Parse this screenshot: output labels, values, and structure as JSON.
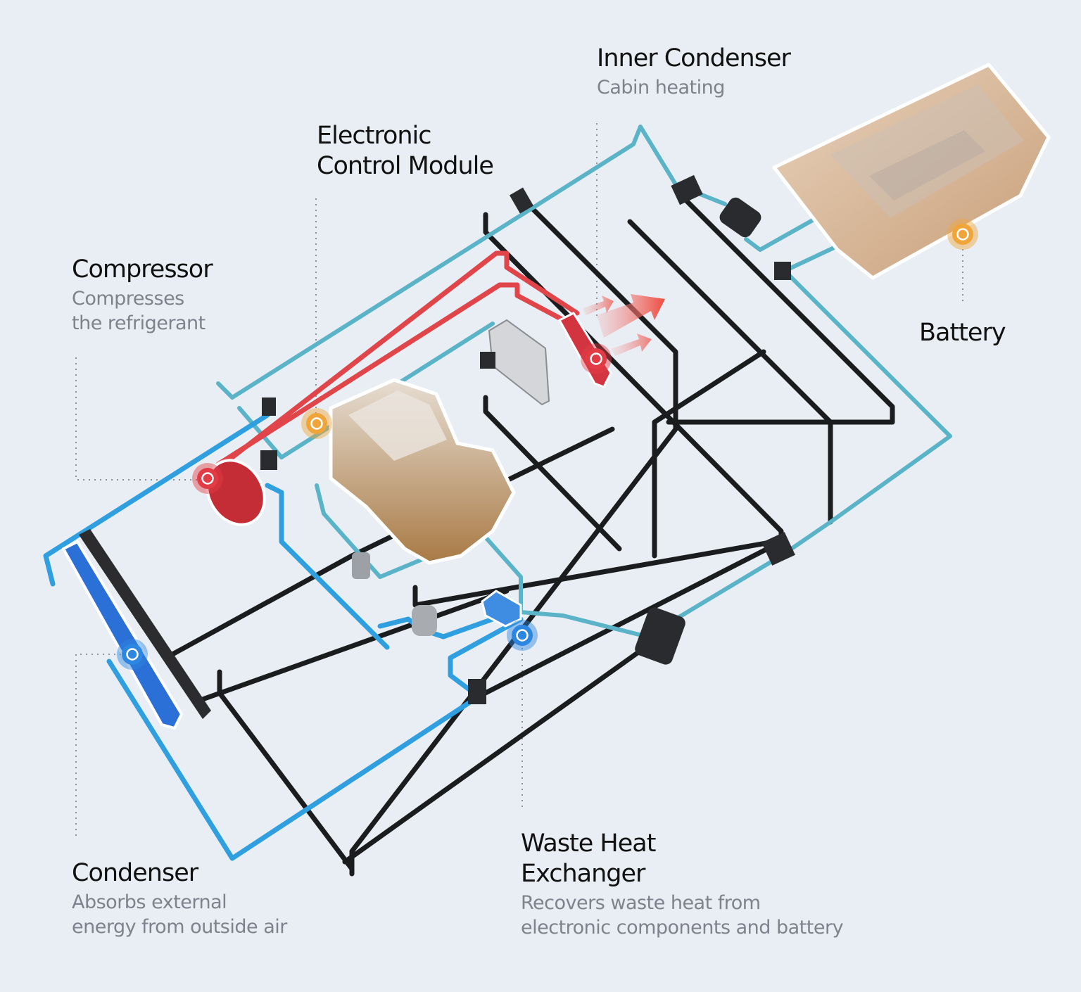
{
  "components": {
    "inner_condenser": {
      "title": "Inner Condenser",
      "subtitle": "Cabin heating"
    },
    "ecm": {
      "title": "Electronic\nControl Module"
    },
    "compressor": {
      "title": "Compressor",
      "subtitle": "Compresses\nthe refrigerant"
    },
    "battery": {
      "title": "Battery"
    },
    "condenser": {
      "title": "Condenser",
      "subtitle": "Absorbs external\nenergy from outside air"
    },
    "waste_heat_exchanger": {
      "title": "Waste Heat\nExchanger",
      "subtitle": "Recovers waste heat from\nelectronic components and battery"
    }
  },
  "colors": {
    "background": "#e9eef5",
    "coolant_line": "#5ab3c7",
    "refrigerant_low": "#2f9fe0",
    "refrigerant_high": "#e0454a",
    "pipe_black": "#1b1c1e",
    "marker_red": "#e23b45",
    "marker_orange": "#f0a53a",
    "marker_blue": "#2d86e0",
    "battery_tan": "#d8b896",
    "ecm_gold": "#c59a66"
  }
}
